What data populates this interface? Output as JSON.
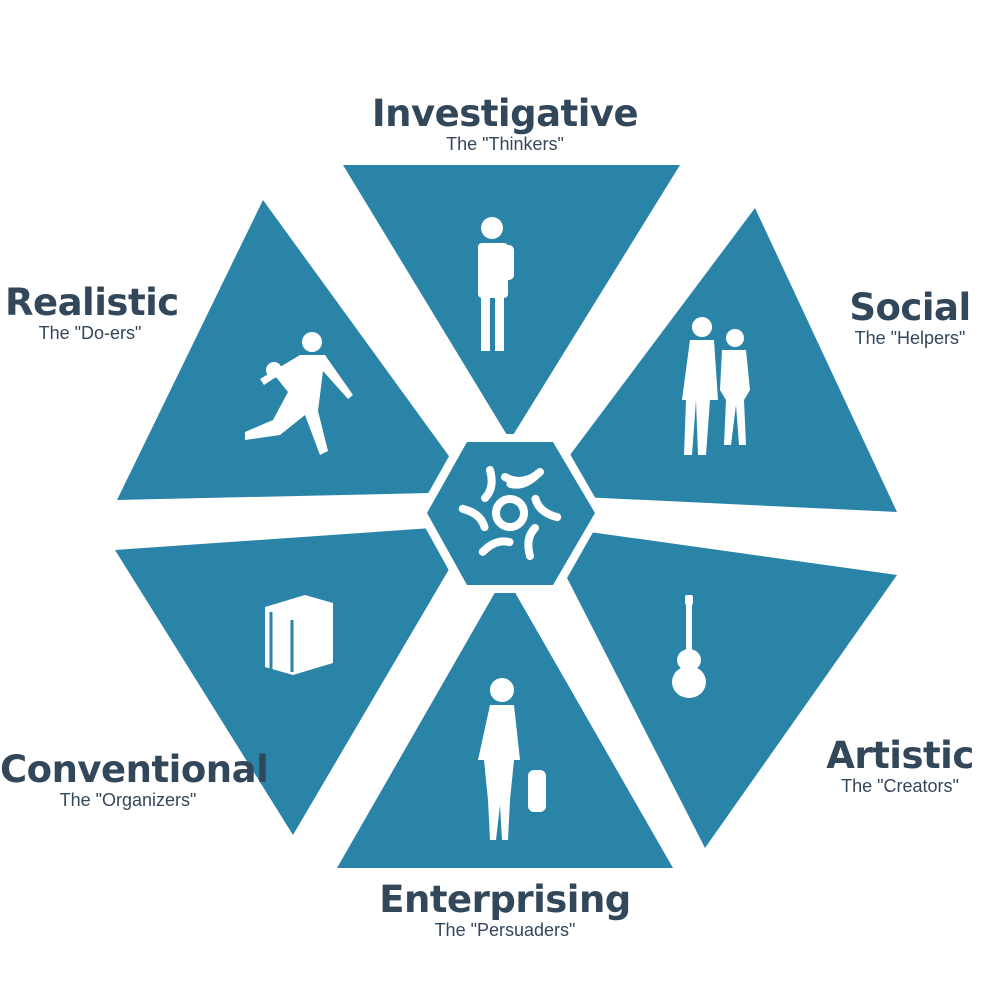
{
  "colors": {
    "segment": "#2a84a8",
    "text": "#33475b",
    "icon": "#ffffff"
  },
  "center_icon": "sun-logo-icon",
  "types": [
    {
      "title": "Investigative",
      "subtitle": "The \"Thinkers\"",
      "icon": "person-with-book-icon"
    },
    {
      "title": "Social",
      "subtitle": "The \"Helpers\"",
      "icon": "couple-walking-icon"
    },
    {
      "title": "Artistic",
      "subtitle": "The \"Creators\"",
      "icon": "guitar-icon"
    },
    {
      "title": "Enterprising",
      "subtitle": "The \"Persuaders\"",
      "icon": "woman-with-handbag-icon"
    },
    {
      "title": "Conventional",
      "subtitle": "The \"Organizers\"",
      "icon": "box-icon"
    },
    {
      "title": "Realistic",
      "subtitle": "The \"Do-ers\"",
      "icon": "basketball-player-icon"
    }
  ]
}
